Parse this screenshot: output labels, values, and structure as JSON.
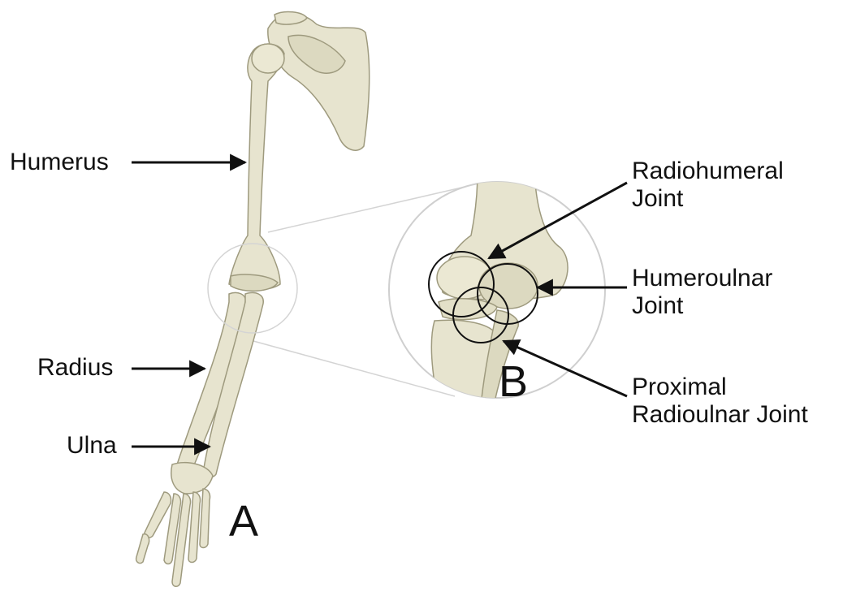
{
  "labels": {
    "humerus": "Humerus",
    "radius": "Radius",
    "ulna": "Ulna",
    "radiohumeral": [
      "Radiohumeral",
      "Joint"
    ],
    "humeroulnar": [
      "Humeroulnar",
      "Joint"
    ],
    "proximal_radioulnar": [
      "Proximal",
      "Radioulnar Joint"
    ]
  },
  "panels": {
    "a": "A",
    "b": "B"
  },
  "colors": {
    "bone": "#e7e4cf",
    "bone_shade": "#c9c5a6",
    "bone_outline": "#9e9a7e",
    "arrow": "#111111",
    "zoom_circle": "#cfcfcf"
  }
}
